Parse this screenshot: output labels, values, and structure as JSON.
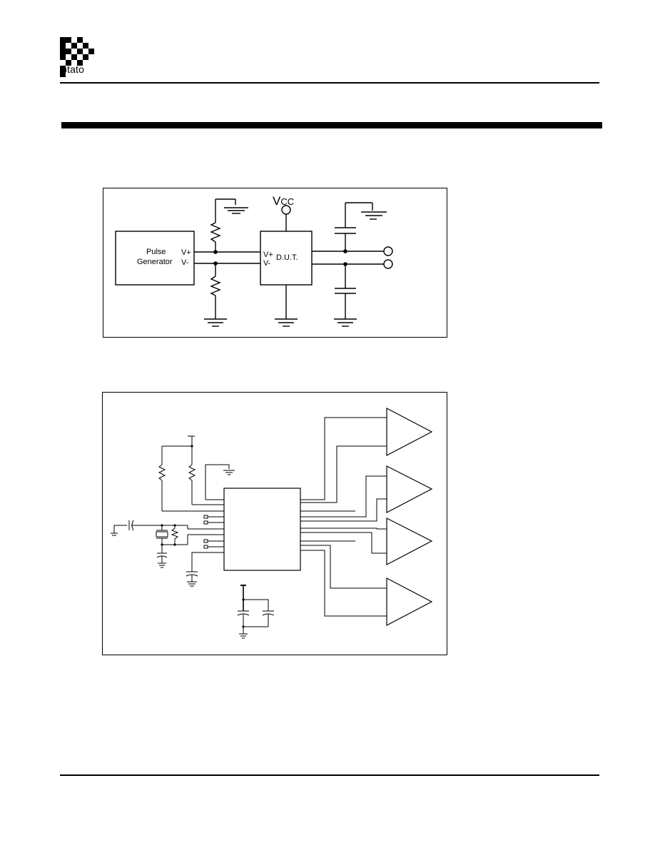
{
  "header": {
    "logo_text": "otato"
  },
  "figure1": {
    "pulse_label_line1": "Pulse",
    "pulse_label_line2": "Generator",
    "gen_vplus": "V+",
    "gen_vminus": "V-",
    "vcc_label_main": "V",
    "vcc_label_sub": "CC",
    "dut_vplus": "V+",
    "dut_vminus": "V-",
    "dut_label": "D.U.T."
  },
  "figure2": {}
}
